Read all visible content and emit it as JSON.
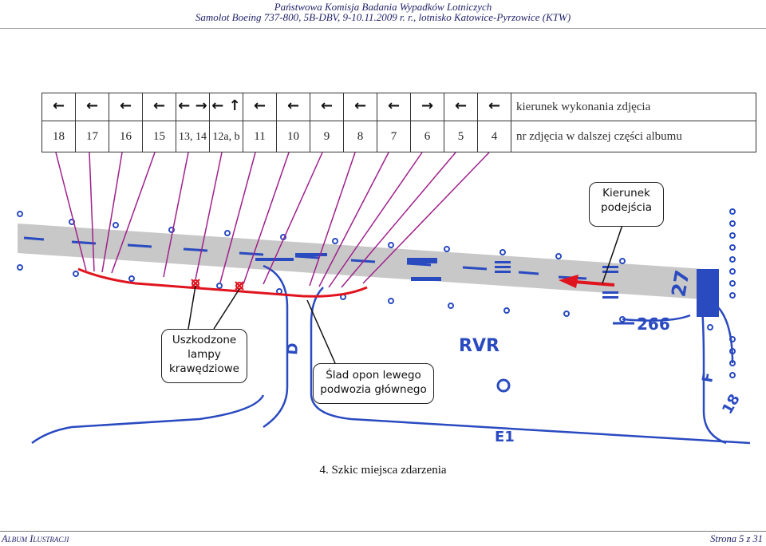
{
  "header": {
    "line1": "Państwowa Komisja Badania Wypadków Lotniczych",
    "line2": "Samolot Boeing 737-800, 5B-DBV, 9-10.11.2009 r. r., lotnisko Katowice-Pyrzowice (KTW)"
  },
  "photo_table": {
    "directions": [
      "←",
      "←",
      "←",
      "←",
      "← →",
      "← ↑",
      "←",
      "←",
      "←",
      "←",
      "←",
      "→",
      "←",
      "←"
    ],
    "numbers": [
      "18",
      "17",
      "16",
      "15",
      "13, 14",
      "12a, b",
      "11",
      "10",
      "9",
      "8",
      "7",
      "6",
      "5",
      "4"
    ],
    "row1_label": "kierunek wykonania zdjęcia",
    "row2_label": "nr zdjęcia w dalszej części albumu"
  },
  "map": {
    "runway_designator": "27",
    "distance_marker": "266",
    "rvr_label": "RVR",
    "taxiway_labels": [
      "D",
      "F",
      "18",
      "E1"
    ],
    "colors": {
      "taxiway_lines": "#3a5bc8",
      "track": "#e0141e",
      "leader_lines": "#a0208c"
    }
  },
  "callouts": {
    "approach": [
      "Kierunek",
      "podejścia"
    ],
    "lamps": [
      "Uszkodzone",
      "lampy",
      "krawędziowe"
    ],
    "tire": [
      "Ślad opon lewego",
      "podwozia głównego"
    ]
  },
  "caption": "4. Szkic miejsca zdarzenia",
  "footer": {
    "left": "Album Ilustracji",
    "right": "Strona 5 z 31"
  }
}
